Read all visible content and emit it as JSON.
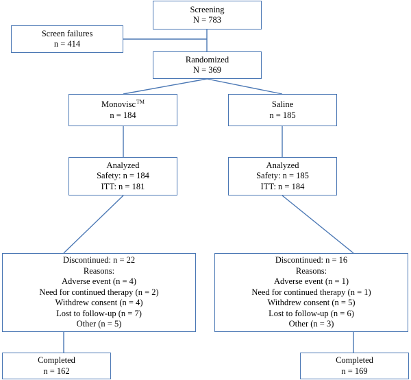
{
  "colors": {
    "box_border": "#4a77b4",
    "connector": "#4a77b4",
    "text": "#000000",
    "background": "#ffffff"
  },
  "screening": {
    "title": "Screening",
    "count": "N = 783"
  },
  "screen_failures": {
    "title": "Screen failures",
    "count": "n = 414"
  },
  "randomized": {
    "title": "Randomized",
    "count": "N = 369"
  },
  "monovisc": {
    "title": "Monovisc",
    "trademark": "TM",
    "count": "n = 184"
  },
  "saline": {
    "title": "Saline",
    "count": "n = 185"
  },
  "analyzed_monovisc": {
    "title": "Analyzed",
    "safety": "Safety: n = 184",
    "itt": "ITT: n = 181"
  },
  "analyzed_saline": {
    "title": "Analyzed",
    "safety": "Safety: n = 185",
    "itt": "ITT: n = 184"
  },
  "discontinued_monovisc": {
    "title": "Discontinued: n = 22",
    "reasons_label": "Reasons:",
    "reasons": [
      "Adverse event (n = 4)",
      "Need for continued therapy (n = 2)",
      "Withdrew consent (n = 4)",
      "Lost to follow-up (n = 7)",
      "Other (n = 5)"
    ]
  },
  "discontinued_saline": {
    "title": "Discontinued: n = 16",
    "reasons_label": "Reasons:",
    "reasons": [
      "Adverse event (n = 1)",
      "Need for continued therapy (n = 1)",
      "Withdrew consent (n = 5)",
      "Lost to follow-up (n = 6)",
      "Other (n = 3)"
    ]
  },
  "completed_monovisc": {
    "title": "Completed",
    "count": "n = 162"
  },
  "completed_saline": {
    "title": "Completed",
    "count": "n = 169"
  }
}
